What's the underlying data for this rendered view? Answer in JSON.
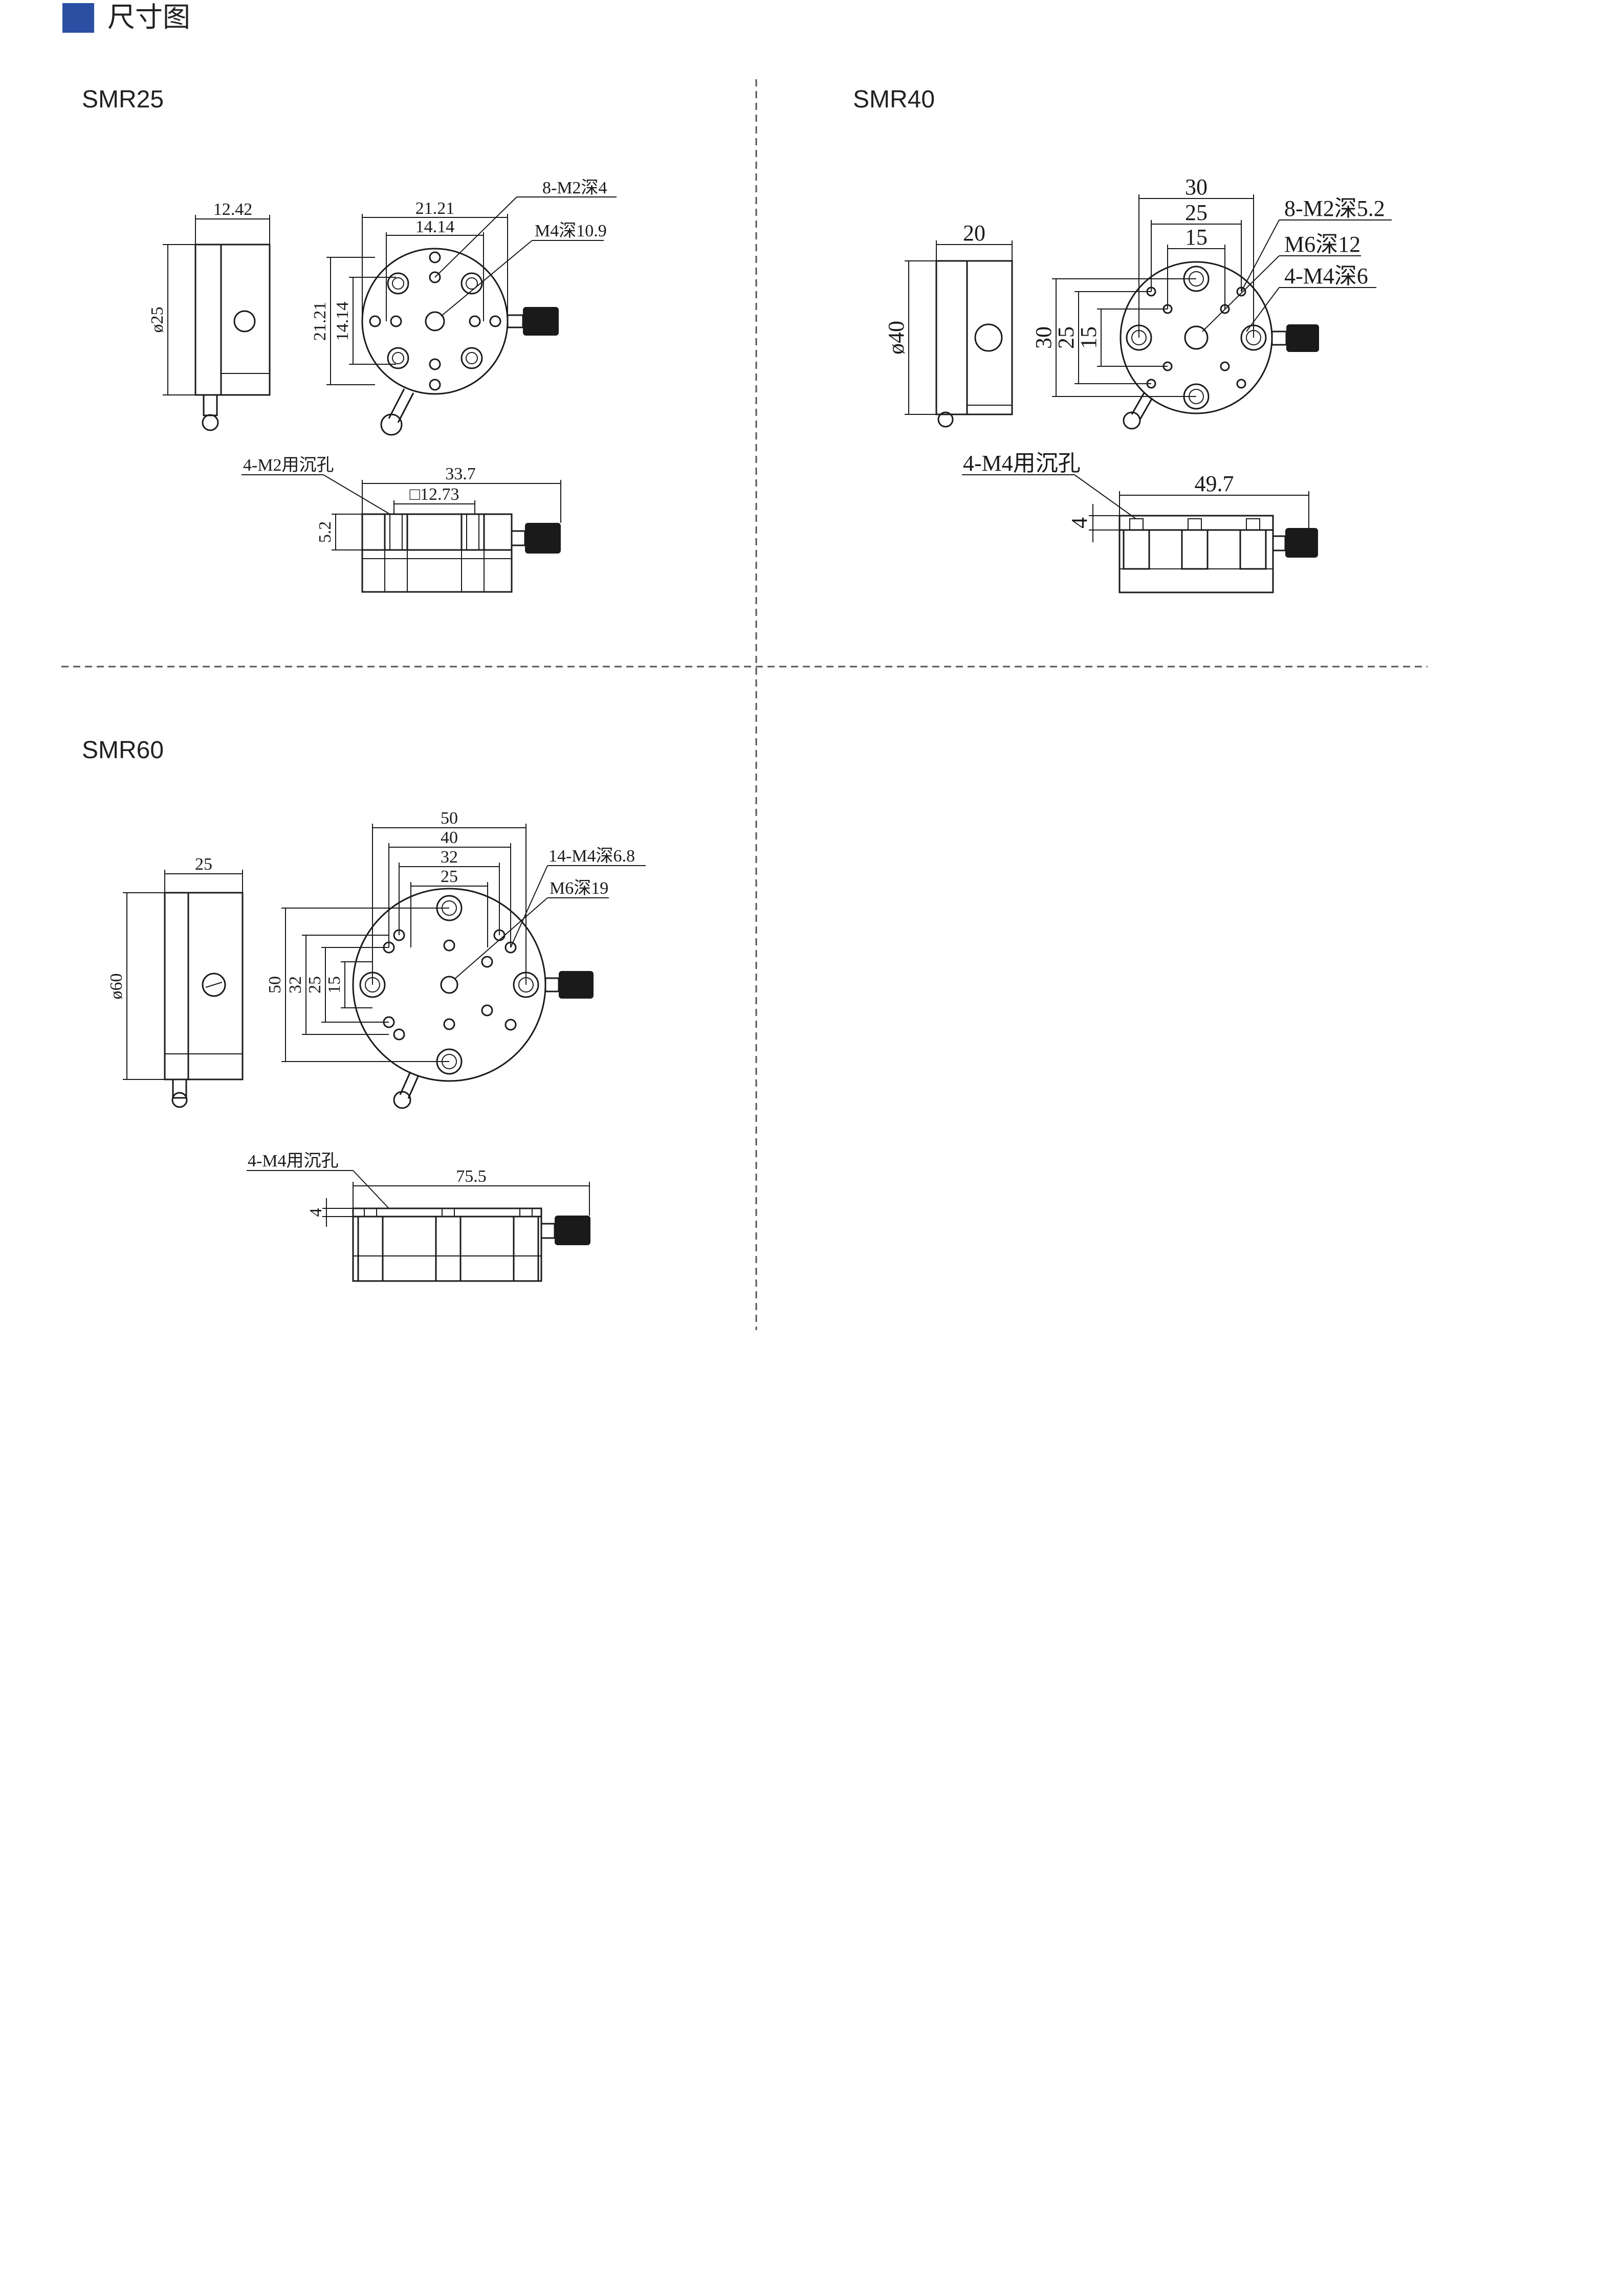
{
  "header": {
    "title": "尺寸图",
    "accent_color": "#2b4fa3"
  },
  "smr25": {
    "title": "SMR25",
    "side_width": "12.42",
    "diameter": "ø25",
    "top_w1": "21.21",
    "top_w2": "14.14",
    "top_h1": "21.21",
    "top_h2": "14.14",
    "callout_holes": "8-M2深4",
    "callout_center": "M4深10.9",
    "front_callout": "4-M2用沉孔",
    "front_width": "33.7",
    "front_square": "□12.73",
    "front_height": "5.2"
  },
  "smr40": {
    "title": "SMR40",
    "side_width": "20",
    "diameter": "ø40",
    "top_w1": "30",
    "top_w2": "25",
    "top_w3": "15",
    "top_h1": "30",
    "top_h2": "25",
    "top_h3": "15",
    "callout_holes": "8-M2深5.2",
    "callout_center": "M6深12",
    "callout_m4": "4-M4深6",
    "front_callout": "4-M4用沉孔",
    "front_width": "49.7",
    "front_height": "4"
  },
  "smr60": {
    "title": "SMR60",
    "side_width": "25",
    "diameter": "ø60",
    "top_w1": "50",
    "top_w2": "40",
    "top_w3": "32",
    "top_w4": "25",
    "top_h1": "50",
    "top_h2": "32",
    "top_h3": "25",
    "top_h4": "15",
    "callout_holes": "14-M4深6.8",
    "callout_center": "M6深19",
    "front_callout": "4-M4用沉孔",
    "front_width": "75.5",
    "front_height": "4"
  }
}
